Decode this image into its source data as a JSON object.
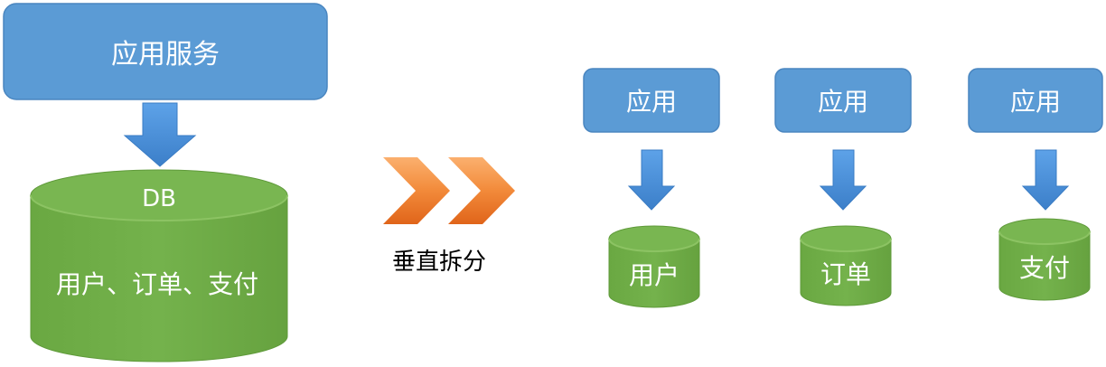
{
  "colors": {
    "blue_box": "#5b9bd5",
    "blue_box_stroke": "#4a86c0",
    "arrow_blue": "#4a90d9",
    "arrow_blue_dark": "#3a7cc4",
    "cylinder_green": "#70ad47",
    "cylinder_top": "#79b651",
    "chevron_light": "#f8a35c",
    "chevron_dark": "#e46c1c",
    "text_white": "#ffffff",
    "text_dark": "#000000"
  },
  "left": {
    "service_label": "应用服务",
    "db_title": "DB",
    "db_contents": "用户、订单、支付"
  },
  "middle": {
    "split_label": "垂直拆分"
  },
  "right": {
    "apps": [
      {
        "app_label": "应用",
        "db_label": "用户"
      },
      {
        "app_label": "应用",
        "db_label": "订单"
      },
      {
        "app_label": "应用",
        "db_label": "支付"
      }
    ]
  }
}
